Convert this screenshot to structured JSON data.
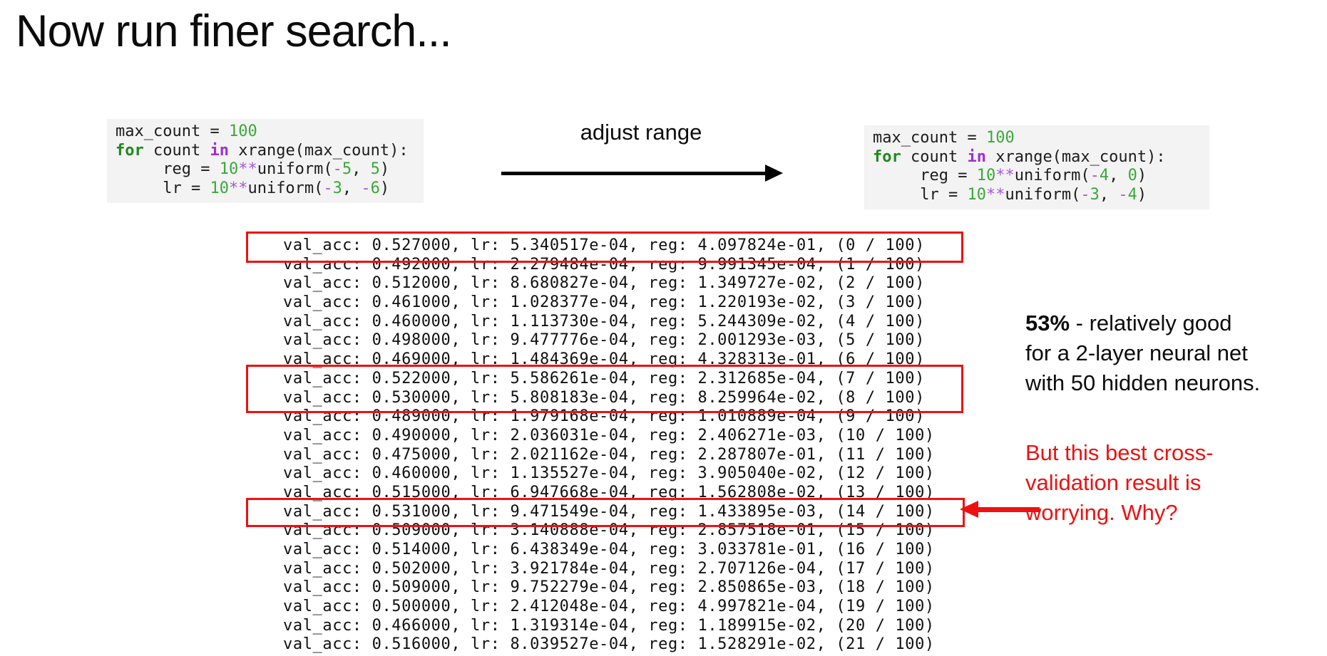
{
  "slide": {
    "title": "Now run finer search...",
    "arrow_label": "adjust range"
  },
  "colors": {
    "annotation_red": "#ee1111",
    "code_background": "#f3f3f3",
    "keyword_green": "#1e8a1e",
    "keyword_purple": "#a030d0",
    "number_green": "#3aa83a",
    "operator_purple": "#a858d8"
  },
  "code_left": {
    "lines": [
      [
        {
          "c": "plain",
          "t": "max_count = "
        },
        {
          "c": "num",
          "t": "100"
        }
      ],
      [
        {
          "c": "kw",
          "t": "for"
        },
        {
          "c": "plain",
          "t": " count "
        },
        {
          "c": "kw2",
          "t": "in"
        },
        {
          "c": "plain",
          "t": " xrange(max_count):"
        }
      ],
      [
        {
          "c": "plain",
          "t": "     reg = "
        },
        {
          "c": "num",
          "t": "10"
        },
        {
          "c": "op",
          "t": "**"
        },
        {
          "c": "plain",
          "t": "uniform("
        },
        {
          "c": "op",
          "t": "-"
        },
        {
          "c": "num",
          "t": "5"
        },
        {
          "c": "plain",
          "t": ", "
        },
        {
          "c": "num",
          "t": "5"
        },
        {
          "c": "plain",
          "t": ")"
        }
      ],
      [
        {
          "c": "plain",
          "t": "     lr = "
        },
        {
          "c": "num",
          "t": "10"
        },
        {
          "c": "op",
          "t": "**"
        },
        {
          "c": "plain",
          "t": "uniform("
        },
        {
          "c": "op",
          "t": "-"
        },
        {
          "c": "num",
          "t": "3"
        },
        {
          "c": "plain",
          "t": ", "
        },
        {
          "c": "op",
          "t": "-"
        },
        {
          "c": "num",
          "t": "6"
        },
        {
          "c": "plain",
          "t": ")"
        }
      ]
    ]
  },
  "code_right": {
    "lines": [
      [
        {
          "c": "plain",
          "t": "max_count = "
        },
        {
          "c": "num",
          "t": "100"
        }
      ],
      [
        {
          "c": "kw",
          "t": "for"
        },
        {
          "c": "plain",
          "t": " count "
        },
        {
          "c": "kw2",
          "t": "in"
        },
        {
          "c": "plain",
          "t": " xrange(max_count):"
        }
      ],
      [
        {
          "c": "plain",
          "t": "     reg = "
        },
        {
          "c": "num",
          "t": "10"
        },
        {
          "c": "op",
          "t": "**"
        },
        {
          "c": "plain",
          "t": "uniform("
        },
        {
          "c": "op",
          "t": "-"
        },
        {
          "c": "num",
          "t": "4"
        },
        {
          "c": "plain",
          "t": ", "
        },
        {
          "c": "num",
          "t": "0"
        },
        {
          "c": "plain",
          "t": ")"
        }
      ],
      [
        {
          "c": "plain",
          "t": "     lr = "
        },
        {
          "c": "num",
          "t": "10"
        },
        {
          "c": "op",
          "t": "**"
        },
        {
          "c": "plain",
          "t": "uniform("
        },
        {
          "c": "op",
          "t": "-"
        },
        {
          "c": "num",
          "t": "3"
        },
        {
          "c": "plain",
          "t": ", "
        },
        {
          "c": "op",
          "t": "-"
        },
        {
          "c": "num",
          "t": "4"
        },
        {
          "c": "plain",
          "t": ")"
        }
      ]
    ]
  },
  "results": {
    "lines": [
      "val_acc: 0.527000, lr: 5.340517e-04, reg: 4.097824e-01, (0 / 100)",
      "val_acc: 0.492000, lr: 2.279484e-04, reg: 9.991345e-04, (1 / 100)",
      "val_acc: 0.512000, lr: 8.680827e-04, reg: 1.349727e-02, (2 / 100)",
      "val_acc: 0.461000, lr: 1.028377e-04, reg: 1.220193e-02, (3 / 100)",
      "val_acc: 0.460000, lr: 1.113730e-04, reg: 5.244309e-02, (4 / 100)",
      "val_acc: 0.498000, lr: 9.477776e-04, reg: 2.001293e-03, (5 / 100)",
      "val_acc: 0.469000, lr: 1.484369e-04, reg: 4.328313e-01, (6 / 100)",
      "val_acc: 0.522000, lr: 5.586261e-04, reg: 2.312685e-04, (7 / 100)",
      "val_acc: 0.530000, lr: 5.808183e-04, reg: 8.259964e-02, (8 / 100)",
      "val_acc: 0.489000, lr: 1.979168e-04, reg: 1.010889e-04, (9 / 100)",
      "val_acc: 0.490000, lr: 2.036031e-04, reg: 2.406271e-03, (10 / 100)",
      "val_acc: 0.475000, lr: 2.021162e-04, reg: 2.287807e-01, (11 / 100)",
      "val_acc: 0.460000, lr: 1.135527e-04, reg: 3.905040e-02, (12 / 100)",
      "val_acc: 0.515000, lr: 6.947668e-04, reg: 1.562808e-02, (13 / 100)",
      "val_acc: 0.531000, lr: 9.471549e-04, reg: 1.433895e-03, (14 / 100)",
      "val_acc: 0.509000, lr: 3.140888e-04, reg: 2.857518e-01, (15 / 100)",
      "val_acc: 0.514000, lr: 6.438349e-04, reg: 3.033781e-01, (16 / 100)",
      "val_acc: 0.502000, lr: 3.921784e-04, reg: 2.707126e-04, (17 / 100)",
      "val_acc: 0.509000, lr: 9.752279e-04, reg: 2.850865e-03, (18 / 100)",
      "val_acc: 0.500000, lr: 2.412048e-04, reg: 4.997821e-04, (19 / 100)",
      "val_acc: 0.466000, lr: 1.319314e-04, reg: 1.189915e-02, (20 / 100)",
      "val_acc: 0.516000, lr: 8.039527e-04, reg: 1.528291e-02, (21 / 100)"
    ],
    "boxed_line_indices": [
      [
        0
      ],
      [
        7,
        8
      ],
      [
        14
      ]
    ]
  },
  "note_good": {
    "bold": "53%",
    "rest": " - relatively good",
    "line2": "for a 2-layer neural net",
    "line3": "with 50 hidden neurons."
  },
  "note_warning": {
    "line1": "But this best cross-",
    "line2": "validation result is",
    "line3": "worrying. Why?"
  }
}
